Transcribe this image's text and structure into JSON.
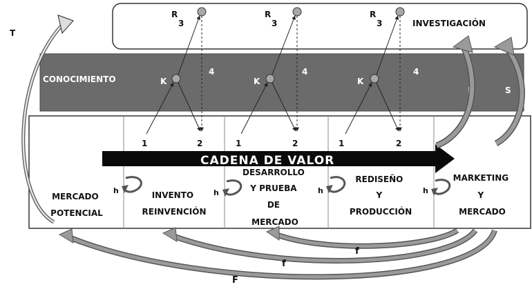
{
  "research": {
    "label": "INVESTIGACIÓN",
    "r_label": "R",
    "r_sub": "3"
  },
  "knowledge": {
    "label": "CONOCIMIENTO",
    "k_label": "K",
    "four": "4",
    "p_label": "P",
    "s_label": "S"
  },
  "value_chain": {
    "label": "CADENA DE VALOR",
    "one": "1",
    "two": "2",
    "h_label": "h"
  },
  "stages": [
    {
      "lines": [
        "MERCADO",
        "POTENCIAL"
      ]
    },
    {
      "lines": [
        "INVENTO",
        "REINVENCIÓN"
      ]
    },
    {
      "lines": [
        "DESARROLLO",
        "Y PRUEBA",
        "DE",
        "MERCADO"
      ]
    },
    {
      "lines": [
        "REDISEÑO",
        "Y",
        "PRODUCCIÓN"
      ]
    },
    {
      "lines": [
        "MARKETING",
        "Y",
        "MERCADO"
      ]
    }
  ],
  "feedback": {
    "t_label": "T",
    "f_label": "f",
    "F_label": "F"
  },
  "colors": {
    "knowledge_band": "#6b6b6b",
    "banner": "#0a0a0a",
    "arrow_fill": "#9a9a9a",
    "node_fill": "#a8a8a8"
  }
}
